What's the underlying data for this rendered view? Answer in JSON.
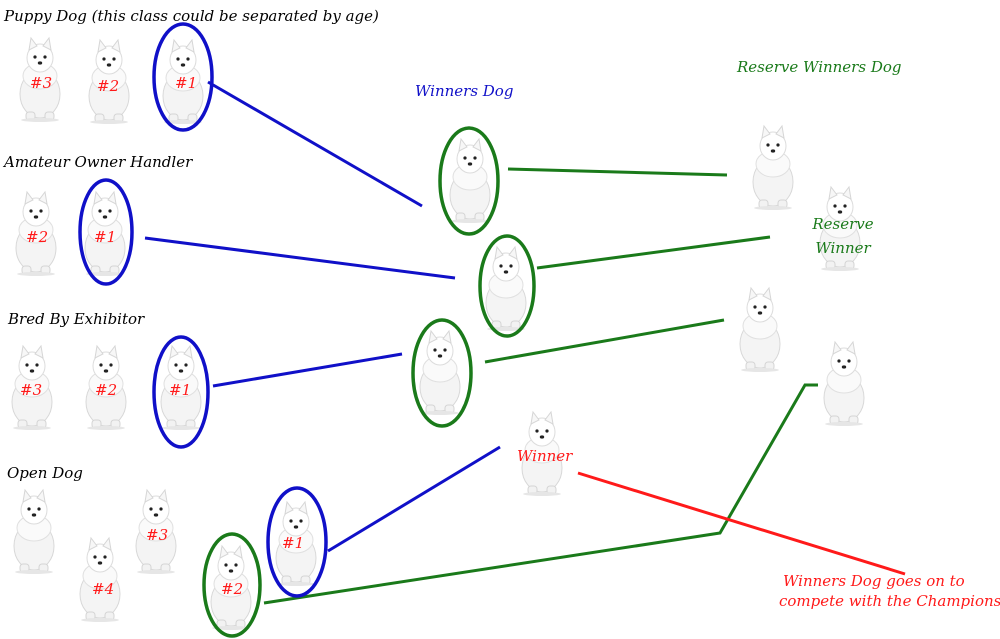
{
  "classes": {
    "puppy": "Puppy Dog  (this class could be separated by age)",
    "amateur": "Amateur Owner Handler",
    "bred": "Bred By Exhibitor",
    "open": "Open Dog"
  },
  "headings": {
    "winners_dog": "Winners Dog",
    "reserve_winners_dog": "Reserve Winners Dog"
  },
  "ranks": {
    "r1": "#1",
    "r2": "#2",
    "r3": "#3",
    "r4": "#4"
  },
  "labels": {
    "winner": "Winner",
    "reserve_line1": "Reserve",
    "reserve_line2": "Winner",
    "note_line1": "Winners Dog goes on to",
    "note_line2": "compete with the Champions"
  },
  "colors": {
    "class_winner_line": "#1010c8",
    "reserve_line": "#1a7a1a",
    "champion_line": "#ff1a1a",
    "rank_text": "#ff1a1a"
  }
}
